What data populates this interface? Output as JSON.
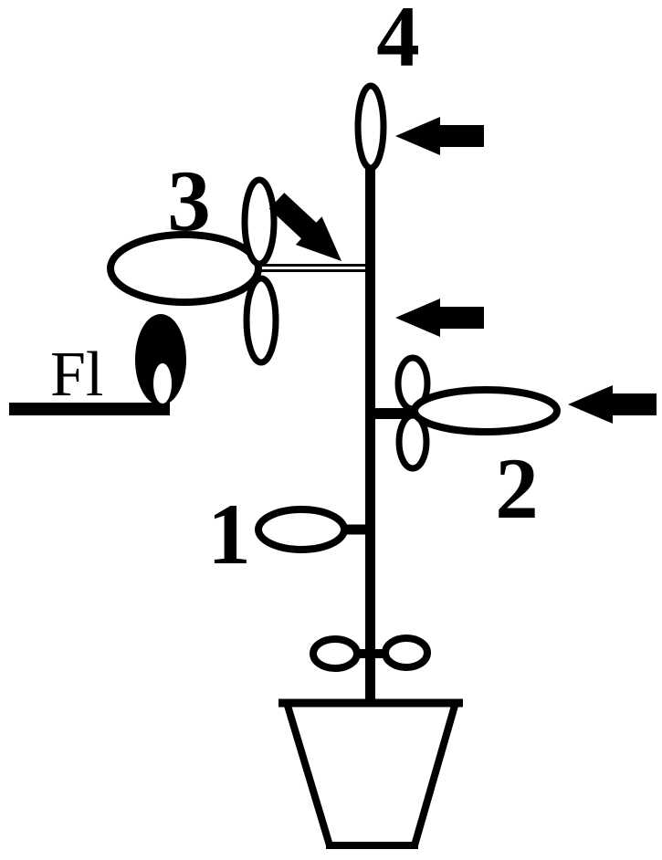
{
  "figure": {
    "description": "Schematic of a potted plant with four numbered leaves, cotyledons, a flower and arrows marking internode positions",
    "background_color": "#ffffff",
    "ink_color": "#000000",
    "labels": {
      "leaf_1": "1",
      "leaf_2": "2",
      "leaf_3": "3",
      "leaf_4": "4",
      "flower": "Fl"
    },
    "icons": {
      "arrow_top": "left-block-arrow",
      "arrow_middle": "left-block-arrow",
      "arrow_right": "left-block-arrow",
      "arrow_diagonal": "down-right-block-arrow"
    }
  }
}
